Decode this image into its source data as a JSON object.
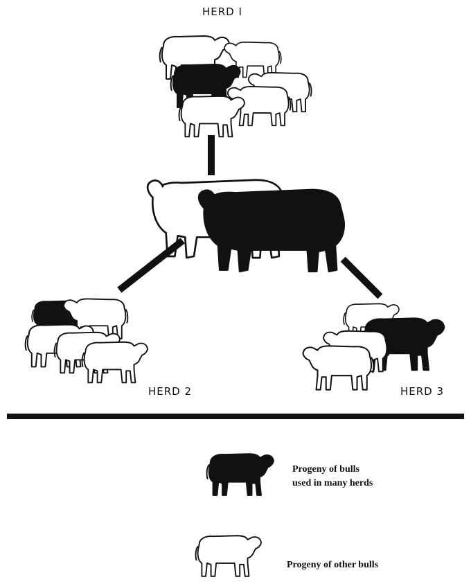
{
  "labels": {
    "herd1": "HERD I",
    "herd2": "HERD 2",
    "herd3": "HERD 3"
  },
  "legend": {
    "black_line1": "Progeny of bulls",
    "black_line2": "used in many herds",
    "white": "Progeny of other bulls"
  },
  "colors": {
    "black_cattle": "#111111",
    "white_cattle": "#ffffff",
    "outline": "#111111"
  },
  "icons": {
    "black": "black-calf-icon",
    "white": "white-calf-icon"
  }
}
